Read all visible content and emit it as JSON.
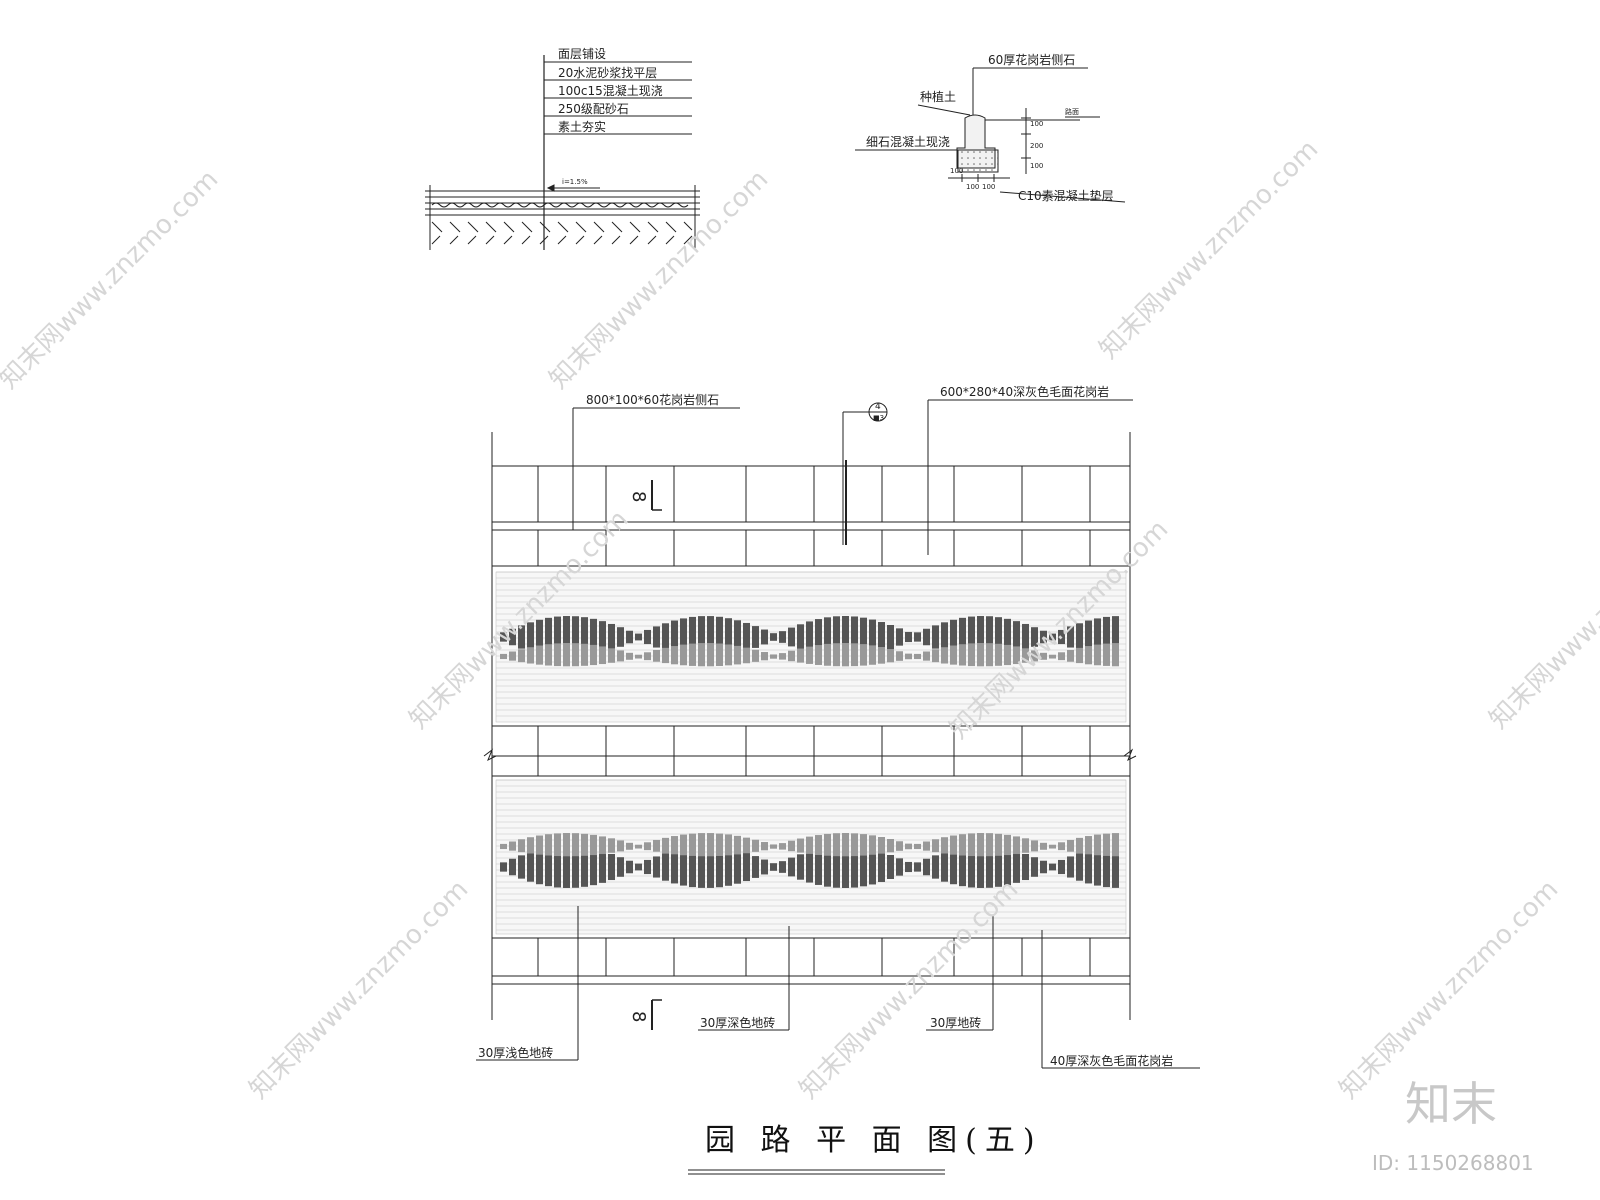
{
  "section_profile": {
    "layers": [
      "面层铺设",
      "20水泥砂浆找平层",
      "100c15混凝土现浇",
      "250级配砂石",
      "素土夯实"
    ],
    "slope": "i=1.5%"
  },
  "curb_detail": {
    "top_label": "60厚花岗岩侧石",
    "left_labels": [
      "种植土",
      "细石混凝土现浇"
    ],
    "bottom_label": "C10素混凝土垫层",
    "ground_label": "路面",
    "dims_vertical": [
      "100",
      "200",
      "100"
    ],
    "dims_horizontal": [
      "100",
      "100",
      "100"
    ]
  },
  "plan": {
    "top_label_left": "800*100*60花岗岩侧石",
    "top_label_right": "600*280*40深灰色毛面花岗岩",
    "detail_marker": {
      "number": "4",
      "sheet": "■3"
    },
    "section_marker": "8",
    "bottom_labels": [
      "30厚浅色地砖",
      "30厚深色地砖",
      "30厚地砖",
      "40厚深灰色毛面花岗岩"
    ]
  },
  "title": "园 路 平 面 图(五)",
  "watermark": {
    "text": "知末网www.znzmo.com",
    "brand": "知末",
    "id": "ID: 1150268801"
  }
}
